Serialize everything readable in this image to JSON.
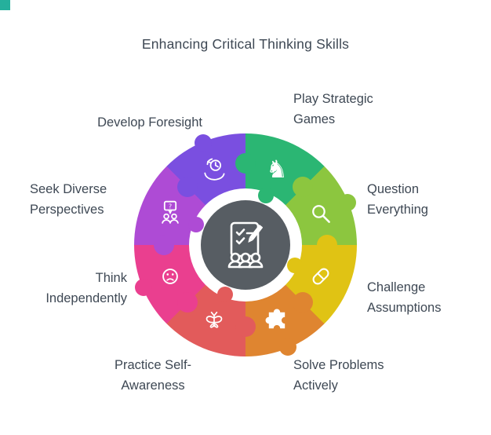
{
  "title": "Enhancing Critical Thinking Skills",
  "accent": {
    "corner_color": "#25b09c"
  },
  "center": {
    "color": "#575d63",
    "icon": "clipboard-checklist-team-icon"
  },
  "segments": [
    {
      "id": "play-strategic-games",
      "label": "Play Strategic Games",
      "lines": [
        "Play Strategic",
        "Games"
      ],
      "color": "#2bb673",
      "icon": "chess-knight-icon"
    },
    {
      "id": "question-everything",
      "label": "Question Everything",
      "lines": [
        "Question",
        "Everything"
      ],
      "color": "#8cc63f",
      "icon": "magnifying-glass-icon"
    },
    {
      "id": "challenge-assumptions",
      "label": "Challenge Assumptions",
      "lines": [
        "Challenge",
        "Assumptions"
      ],
      "color": "#e0c314",
      "icon": "capsule-icon"
    },
    {
      "id": "solve-problems-actively",
      "label": "Solve Problems Actively",
      "lines": [
        "Solve Problems",
        "Actively"
      ],
      "color": "#df8530",
      "icon": "puzzle-piece-icon"
    },
    {
      "id": "practice-self-awareness",
      "label": "Practice Self-Awareness",
      "lines": [
        "Practice Self-",
        "Awareness"
      ],
      "color": "#e25b5b",
      "icon": "butterfly-icon"
    },
    {
      "id": "think-independently",
      "label": "Think Independently",
      "lines": [
        "Think",
        "Independently"
      ],
      "color": "#ea3f8f",
      "icon": "sad-face-icon"
    },
    {
      "id": "seek-diverse-perspectives",
      "label": "Seek Diverse Perspectives",
      "lines": [
        "Seek Diverse",
        "Perspectives"
      ],
      "color": "#ae4bd5",
      "icon": "question-people-icon"
    },
    {
      "id": "develop-foresight",
      "label": "Develop Foresight",
      "lines": [
        "Develop Foresight"
      ],
      "color": "#7a4fe0",
      "icon": "hand-clock-foresight-icon"
    }
  ]
}
